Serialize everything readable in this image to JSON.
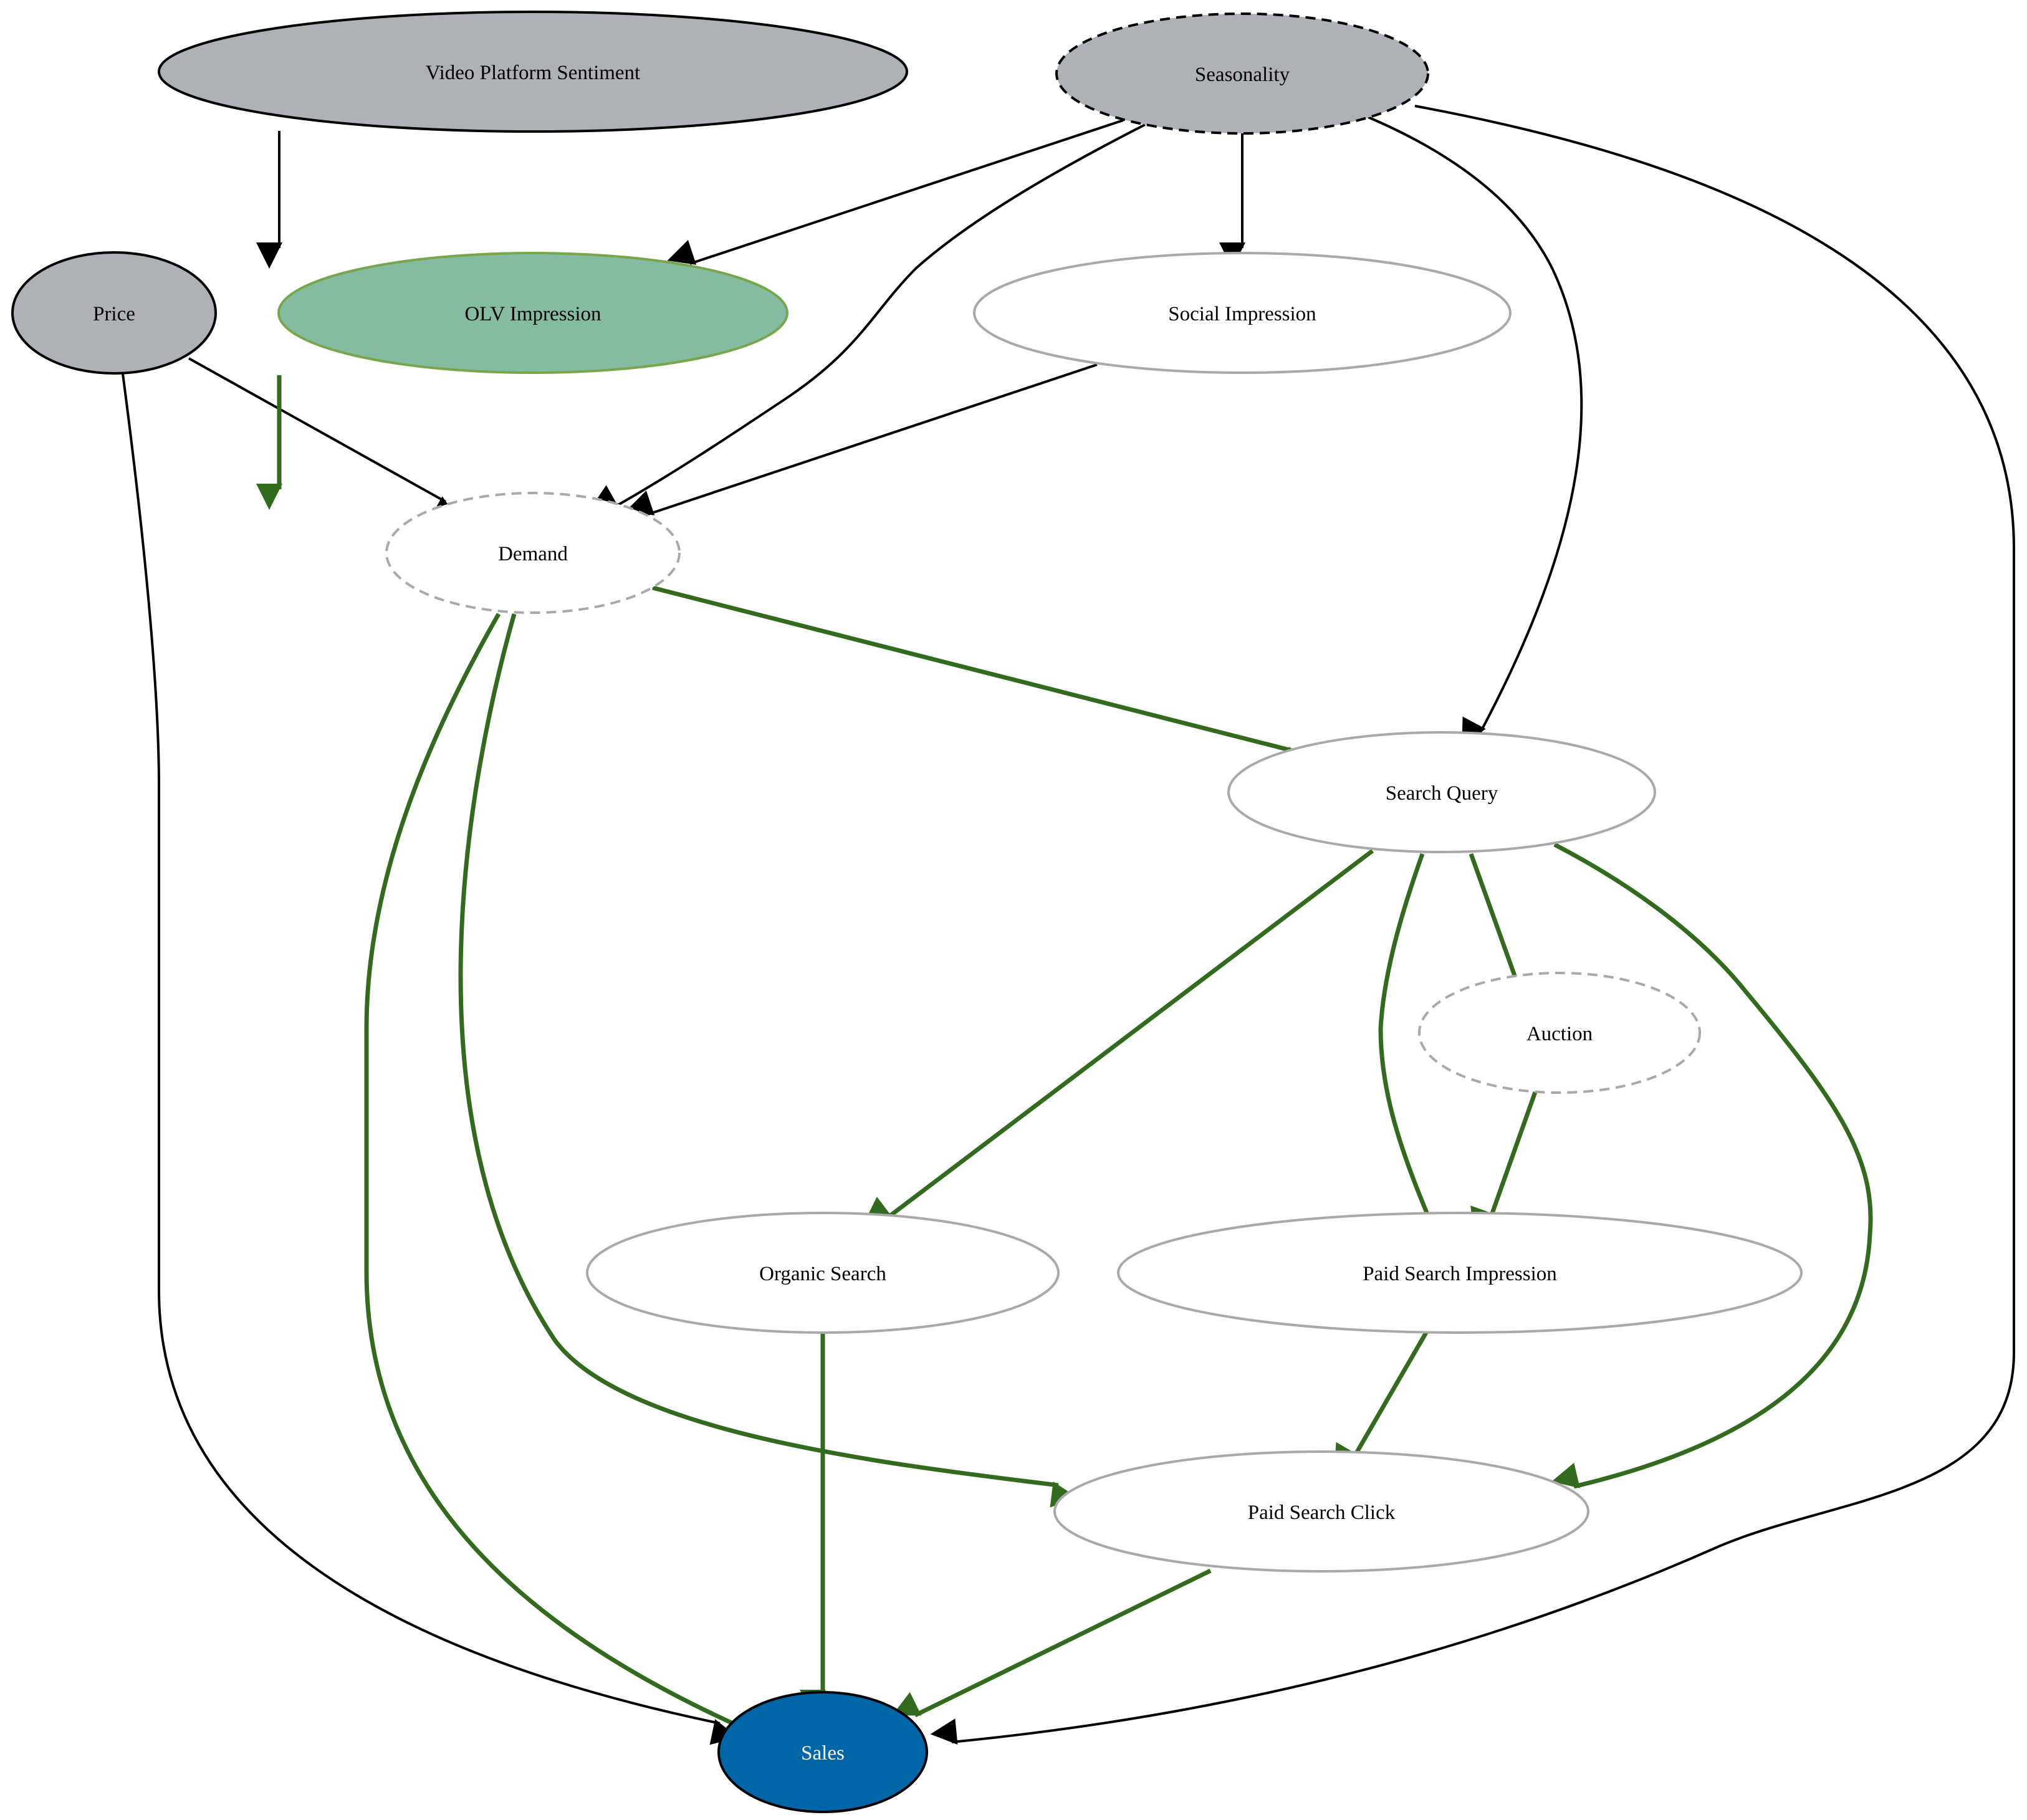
{
  "nodes": {
    "video_platform_sentiment": {
      "label": "Video Platform Sentiment"
    },
    "seasonality": {
      "label": "Seasonality"
    },
    "price": {
      "label": "Price"
    },
    "olv_impression": {
      "label": "OLV Impression"
    },
    "social_impression": {
      "label": "Social Impression"
    },
    "demand": {
      "label": "Demand"
    },
    "search_query": {
      "label": "Search Query"
    },
    "auction": {
      "label": "Auction"
    },
    "organic_search": {
      "label": "Organic Search"
    },
    "paid_search_impression": {
      "label": "Paid Search Impression"
    },
    "paid_search_click": {
      "label": "Paid Search Click"
    },
    "sales": {
      "label": "Sales"
    }
  },
  "colors": {
    "observed_fill": "#aeb1b5",
    "olv_fill": "#84bba1",
    "olv_border": "#78a64a",
    "sales_fill": "#0066a8",
    "sales_text": "#ffffff",
    "node_border_light": "#a9a9a9",
    "edge_black": "#000000",
    "edge_green": "#336b1e"
  },
  "edges": [
    {
      "from": "Video Platform Sentiment",
      "to": "OLV Impression",
      "style": "black"
    },
    {
      "from": "Seasonality",
      "to": "OLV Impression",
      "style": "black"
    },
    {
      "from": "Seasonality",
      "to": "Demand",
      "style": "black"
    },
    {
      "from": "Seasonality",
      "to": "Social Impression",
      "style": "black"
    },
    {
      "from": "Seasonality",
      "to": "Search Query",
      "style": "black"
    },
    {
      "from": "Seasonality",
      "to": "Sales",
      "style": "black"
    },
    {
      "from": "Price",
      "to": "Demand",
      "style": "black"
    },
    {
      "from": "Price",
      "to": "Sales",
      "style": "black"
    },
    {
      "from": "Social Impression",
      "to": "Demand",
      "style": "black"
    },
    {
      "from": "OLV Impression",
      "to": "Demand",
      "style": "green"
    },
    {
      "from": "Demand",
      "to": "Search Query",
      "style": "green"
    },
    {
      "from": "Demand",
      "to": "Sales",
      "style": "green"
    },
    {
      "from": "Demand",
      "to": "Paid Search Click",
      "style": "green"
    },
    {
      "from": "Search Query",
      "to": "Organic Search",
      "style": "green"
    },
    {
      "from": "Search Query",
      "to": "Paid Search Impression",
      "style": "green"
    },
    {
      "from": "Search Query",
      "to": "Auction",
      "style": "green"
    },
    {
      "from": "Search Query",
      "to": "Paid Search Click",
      "style": "green"
    },
    {
      "from": "Auction",
      "to": "Paid Search Impression",
      "style": "green"
    },
    {
      "from": "Paid Search Impression",
      "to": "Paid Search Click",
      "style": "green"
    },
    {
      "from": "Organic Search",
      "to": "Sales",
      "style": "green"
    },
    {
      "from": "Paid Search Click",
      "to": "Sales",
      "style": "green"
    }
  ]
}
